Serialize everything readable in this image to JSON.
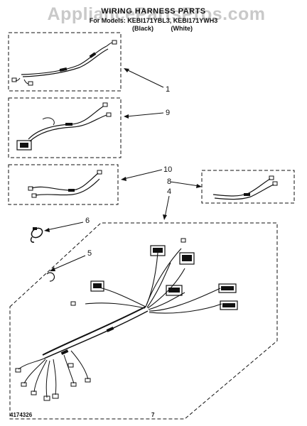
{
  "watermark": "AppliancePartsPros.com",
  "header": {
    "title": "WIRING HARNESS PARTS",
    "models": "For Models: KEBI171YBL3, KEBI171YWH3",
    "color_black": "(Black)",
    "color_white": "(White)"
  },
  "callouts": [
    "1",
    "9",
    "10",
    "8",
    "4",
    "6",
    "5"
  ],
  "footer": {
    "doc_number": "4174326",
    "page_number": "7"
  }
}
